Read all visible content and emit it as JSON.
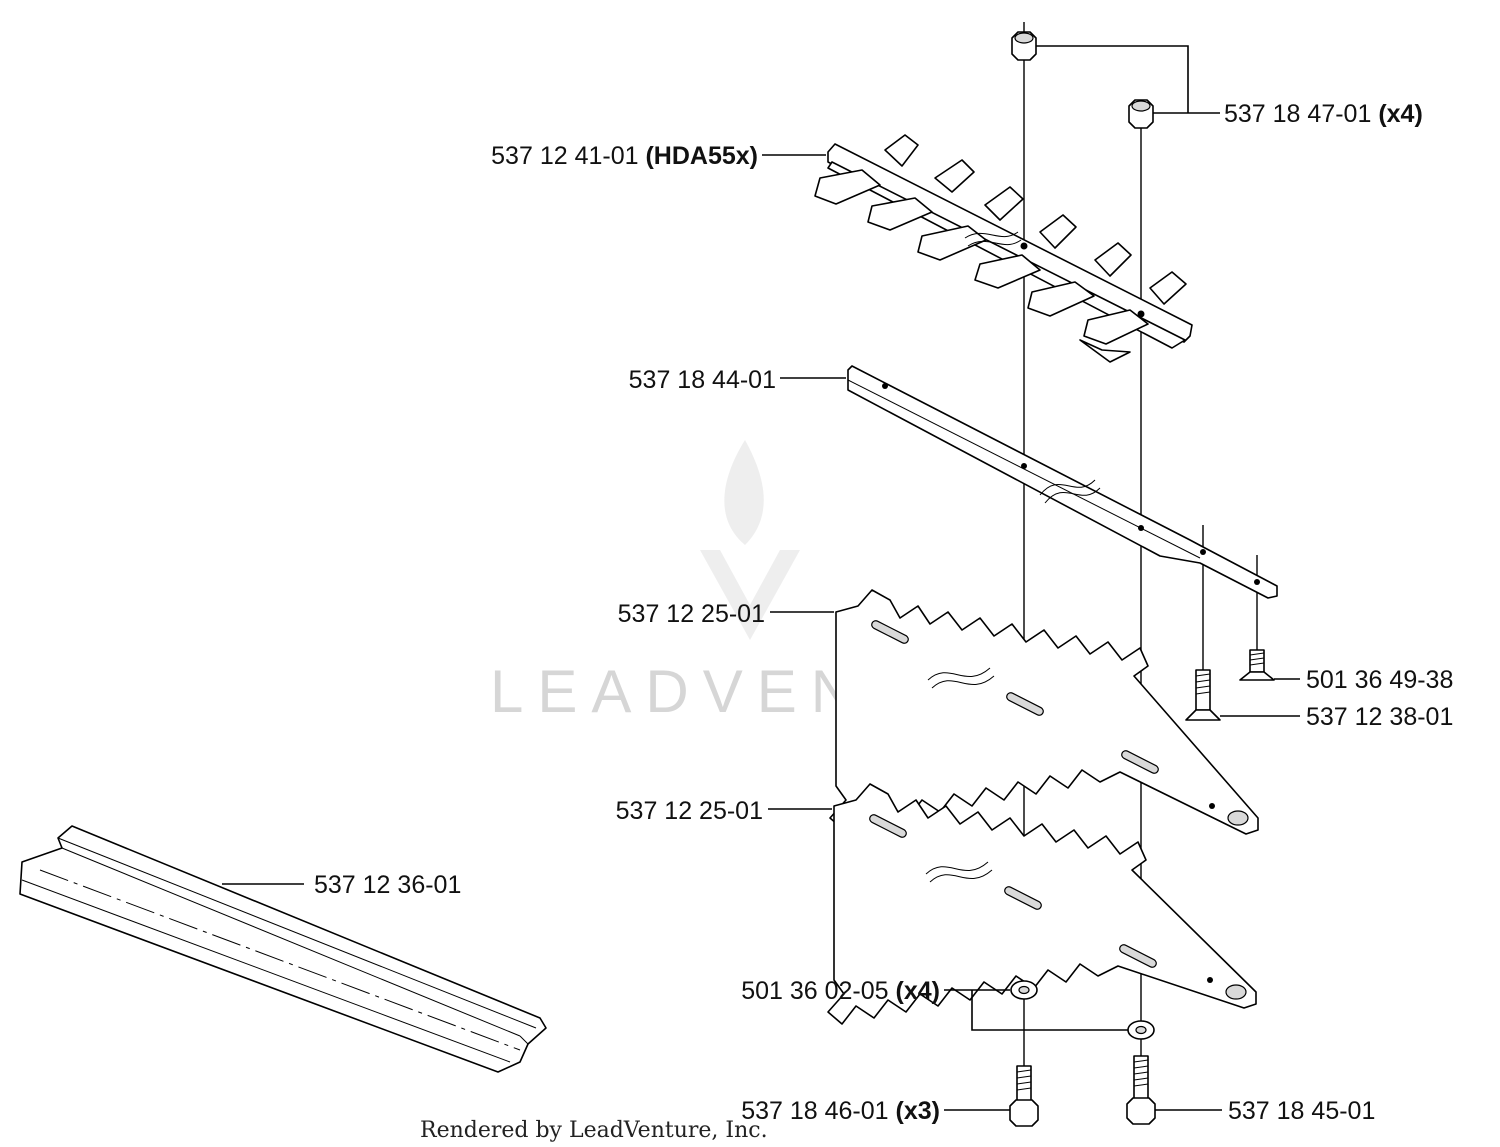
{
  "parts": {
    "nut": {
      "number": "537 18 47-01",
      "qty": "(x4)"
    },
    "upper_blade": {
      "number": "537 12 41-01",
      "qty": "(HDA55x)"
    },
    "guide_bar": {
      "number": "537 18 44-01"
    },
    "cutter_blade_top": {
      "number": "537 12 25-01"
    },
    "cutter_blade_bottom": {
      "number": "537 12 25-01"
    },
    "screw_a": {
      "number": "501 36 49-38"
    },
    "screw_b": {
      "number": "537 12 38-01"
    },
    "blade_cover": {
      "number": "537 12 36-01"
    },
    "washer": {
      "number": "501 36 02-05",
      "qty": "(x4)"
    },
    "bolt_left": {
      "number": "537 18 46-01",
      "qty": "(x3)"
    },
    "bolt_right": {
      "number": "537 18 45-01"
    }
  },
  "watermark": "LEADVENTURE",
  "footer": "Rendered by LeadVenture, Inc."
}
